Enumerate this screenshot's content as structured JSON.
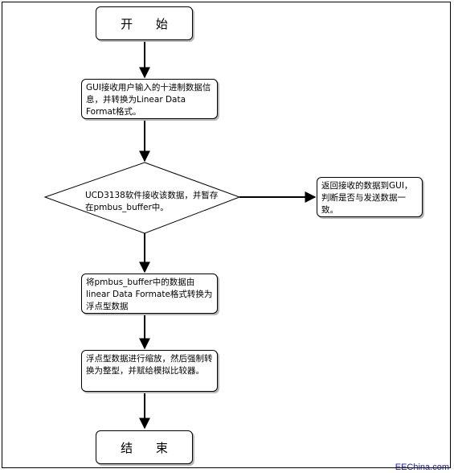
{
  "flowchart": {
    "start": {
      "label": "开 始"
    },
    "step1": {
      "label": "GUI接收用户输入的十进制数据信息，并转换为Linear Data Format格式。"
    },
    "decision": {
      "label": "UCD3138软件接收该数据，并暂存在pmbus_buffer中。"
    },
    "side": {
      "label": "返回接收的数据到GUI，判断是否与发送数据一致。"
    },
    "step2": {
      "label": "将pmbus_buffer中的数据由linear Data Formate格式转换为浮点型数据"
    },
    "step3": {
      "label": "浮点型数据进行缩放，然后强制转换为整型，并赋给模拟比较器。"
    },
    "end": {
      "label": "结 束"
    }
  },
  "watermark": "EEChina.com"
}
